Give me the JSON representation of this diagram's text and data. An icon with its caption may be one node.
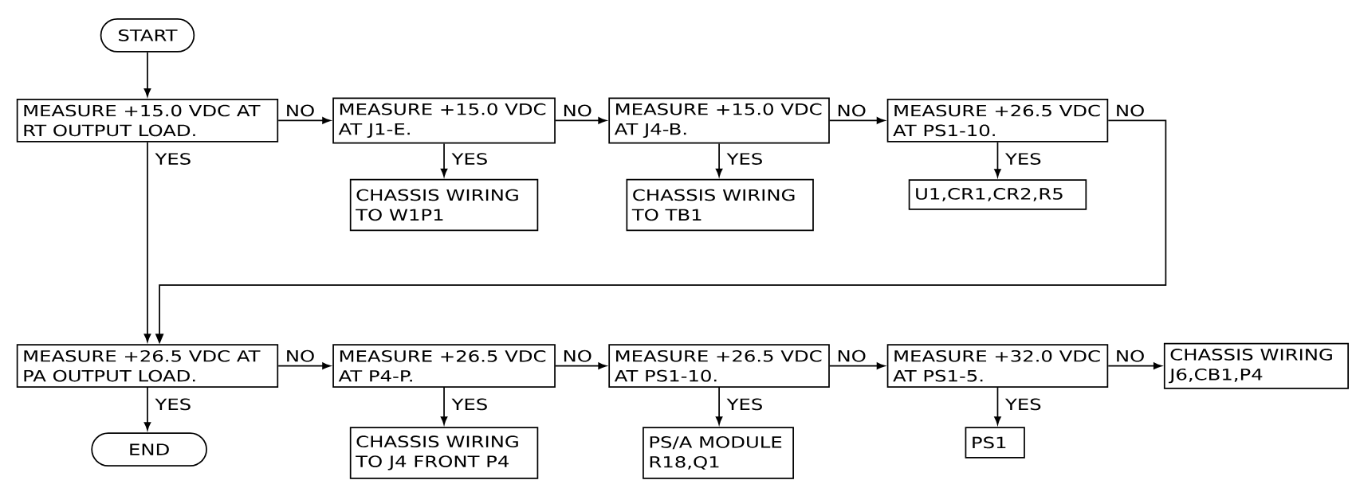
{
  "diagram": {
    "nodes": [
      {
        "text": [
          "START"
        ]
      },
      {
        "text": [
          "MEASURE +15.0 VDC AT RT OUTPUT LOAD."
        ]
      },
      {
        "text": [
          "MEASURE +15.0 VDC AT J1-E."
        ]
      },
      {
        "text": [
          "MEASURE +15.0 VDC AT J4-B."
        ]
      },
      {
        "text": [
          "MEASURE +26.5 VDC AT PS1-10."
        ]
      },
      {
        "text": [
          "CHASSIS WIRING TO W1P1"
        ]
      },
      {
        "text": [
          "CHASSIS WIRING TO TB1"
        ]
      },
      {
        "text": [
          "U1,CR1,CR2,R5"
        ]
      },
      {
        "text": [
          "MEASURE +26.5 VDC AT PA OUTPUT LOAD."
        ]
      },
      {
        "text": [
          "MEASURE +26.5 VDC AT P4-P."
        ]
      },
      {
        "text": [
          "MEASURE +26.5 VDC AT PS1-10."
        ]
      },
      {
        "text": [
          "MEASURE +32.0 VDC AT PS1-5."
        ]
      },
      {
        "text": [
          "CHASSIS WIRING J6,CB1,P4"
        ]
      },
      {
        "text": [
          "END"
        ]
      },
      {
        "text": [
          "CHASSIS WIRING TO J4 FRONT P4"
        ]
      },
      {
        "text": [
          "PS/A MODULE R18,Q1"
        ]
      },
      {
        "text": [
          "PS1"
        ]
      }
    ],
    "edges": [
      {
        "from": 0,
        "to": 1,
        "arrow": "to"
      },
      {
        "from": 1,
        "to": 2,
        "arrow": "to",
        "label": "NO"
      },
      {
        "from": 2,
        "to": 3,
        "arrow": "to",
        "label": "NO"
      },
      {
        "from": 3,
        "to": 4,
        "arrow": "to",
        "label": "NO"
      },
      {
        "from": 2,
        "to": 5,
        "arrow": "to",
        "label": "YES"
      },
      {
        "from": 3,
        "to": 6,
        "arrow": "to",
        "label": "YES"
      },
      {
        "from": 4,
        "to": 7,
        "arrow": "to",
        "label": "YES"
      },
      {
        "from": 1,
        "to": 8,
        "arrow": "to",
        "label": "YES"
      },
      {
        "from": 4,
        "to": 8,
        "arrow": "to",
        "label": "NO"
      },
      {
        "from": 8,
        "to": 9,
        "arrow": "to",
        "label": "NO"
      },
      {
        "from": 9,
        "to": 10,
        "arrow": "to",
        "label": "NO"
      },
      {
        "from": 10,
        "to": 11,
        "arrow": "to",
        "label": "NO"
      },
      {
        "from": 11,
        "to": 12,
        "arrow": "to",
        "label": "NO"
      },
      {
        "from": 8,
        "to": 13,
        "arrow": "to",
        "label": "YES"
      },
      {
        "from": 9,
        "to": 14,
        "arrow": "to",
        "label": "YES"
      },
      {
        "from": 10,
        "to": 15,
        "arrow": "to",
        "label": "YES"
      },
      {
        "from": 11,
        "to": 16,
        "arrow": "to",
        "label": "YES"
      }
    ]
  }
}
